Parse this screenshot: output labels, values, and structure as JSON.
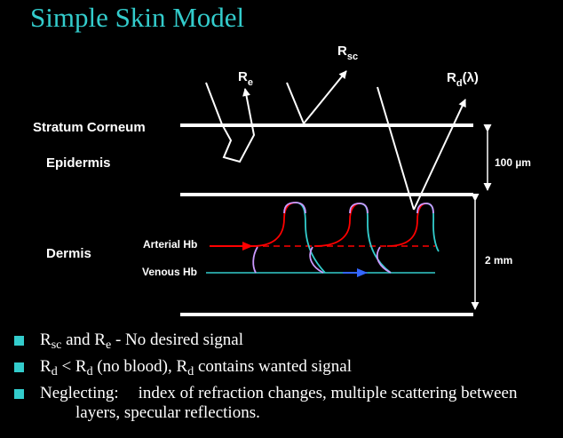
{
  "title": "Simple Skin Model",
  "layers": {
    "stratum_corneum": "Stratum Corneum",
    "epidermis": "Epidermis",
    "dermis": "Dermis"
  },
  "vessels": {
    "arterial": "Arterial Hb",
    "venous": "Venous Hb"
  },
  "dimensions": {
    "epidermis_thickness": "100 µm",
    "dermis_thickness": "2 mm"
  },
  "rays": {
    "re": {
      "main": "R",
      "sub": "e"
    },
    "rsc": {
      "main": "R",
      "sub": "sc"
    },
    "rd": {
      "main": "R",
      "sub": "d",
      "suffix": "(λ)"
    }
  },
  "bullets": {
    "b1": {
      "r1": "R",
      "s1": "sc",
      "mid": " and R",
      "s2": "e",
      "tail": " - No desired signal"
    },
    "b2": {
      "r1": "R",
      "s1": "d",
      "mid": " < R",
      "s2": "d",
      "mid2": " (no blood), R",
      "s3": "d",
      "tail": " contains wanted signal"
    },
    "b3": {
      "lead": "Neglecting:",
      "tail": "index of refraction changes, multiple scattering between",
      "cont": "layers, specular reflections."
    }
  },
  "colors": {
    "title": "#33cccc",
    "bullet": "#33cccc",
    "arterial": "#ff0000",
    "venous": "#33cccc",
    "vessel_wall": "#cc99ff",
    "flow_arrow": "#3366ff"
  }
}
